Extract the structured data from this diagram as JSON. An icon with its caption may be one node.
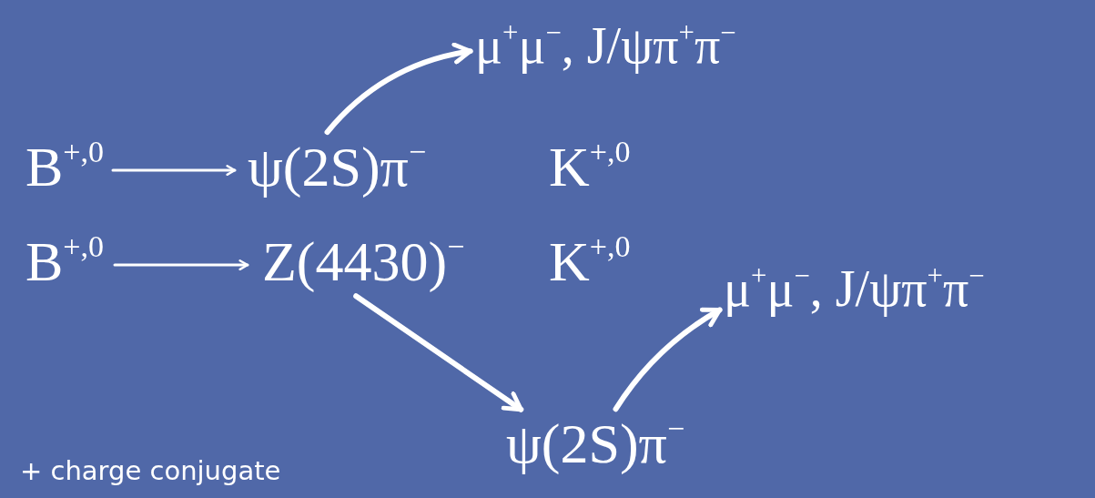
{
  "diagram": {
    "nodes": [
      {
        "text": [
          "μ$^{+}$μ$^{−}$, J/ψπ$^{+}$π$^{−}$"
        ]
      },
      {
        "text": [
          "B$^{+,0}$"
        ]
      },
      {
        "text": [
          "ψ(2S)π$^{−}$"
        ]
      },
      {
        "text": [
          "K$^{+,0}$"
        ]
      },
      {
        "text": [
          "B$^{+,0}$"
        ]
      },
      {
        "text": [
          "Z(4430)$^{−}$"
        ]
      },
      {
        "text": [
          "K$^{+,0}$"
        ]
      },
      {
        "text": [
          "μ$^{+}$μ$^{−}$, J/ψπ$^{+}$π$^{−}$"
        ]
      },
      {
        "text": [
          "ψ(2S)π$^{−}$"
        ]
      }
    ],
    "edges": [
      {
        "from": 1,
        "to": 2,
        "arrow": "to"
      },
      {
        "from": 2,
        "to": 0,
        "arrow": "to"
      },
      {
        "from": 4,
        "to": 5,
        "arrow": "to"
      },
      {
        "from": 5,
        "to": 8,
        "arrow": "to"
      },
      {
        "from": 8,
        "to": 7,
        "arrow": "to"
      }
    ],
    "labels": [
      "+ charge conjugate"
    ]
  }
}
